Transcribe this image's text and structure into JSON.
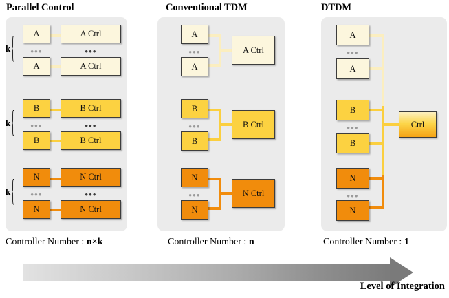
{
  "figure": {
    "title_left": "Parallel Control",
    "title_mid": "Conventional TDM",
    "title_right": "DTDM",
    "ellipsis": "•••",
    "k_label": "k",
    "brace": "{",
    "level_label": "Level of Integration"
  },
  "colors": {
    "panel_bg": "#ebebeb",
    "tier_a": "#fcf6dd",
    "tier_b": "#fcd241",
    "tier_n": "#f18c0c",
    "wire_a": "#fbeec0",
    "wire_b": "#fbcf3f",
    "wire_n": "#f18c0c",
    "box_border": "#3d3d3d",
    "arrow_start": "#e2e2e2",
    "arrow_end": "#7a7a7a"
  },
  "panels": {
    "parallel": {
      "title": "Parallel Control",
      "controller_number_prefix": "Controller Number : ",
      "controller_number_value": "n×k",
      "groups": [
        {
          "tier": "A",
          "unit_label": "A",
          "ctrl_label": "A Ctrl",
          "k_label": "k"
        },
        {
          "tier": "B",
          "unit_label": "B",
          "ctrl_label": "B Ctrl",
          "k_label": "k"
        },
        {
          "tier": "N",
          "unit_label": "N",
          "ctrl_label": "N Ctrl",
          "k_label": "k"
        }
      ]
    },
    "conventional": {
      "title": "Conventional TDM",
      "controller_number_prefix": "Controller Number : ",
      "controller_number_value": "n",
      "groups": [
        {
          "tier": "A",
          "unit_label": "A",
          "ctrl_label": "A Ctrl"
        },
        {
          "tier": "B",
          "unit_label": "B",
          "ctrl_label": "B Ctrl"
        },
        {
          "tier": "N",
          "unit_label": "N",
          "ctrl_label": "N Ctrl"
        }
      ]
    },
    "dtdm": {
      "title": "DTDM",
      "controller_number_prefix": "Controller Number : ",
      "controller_number_value": "1",
      "ctrl_label": "Ctrl",
      "groups": [
        {
          "tier": "A",
          "unit_label": "A"
        },
        {
          "tier": "B",
          "unit_label": "B"
        },
        {
          "tier": "N",
          "unit_label": "N"
        }
      ]
    }
  }
}
